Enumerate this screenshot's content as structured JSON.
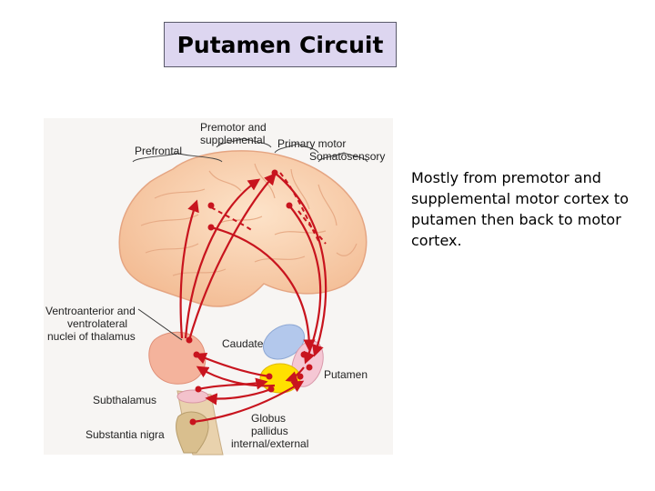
{
  "slide": {
    "title": "Putamen Circuit",
    "caption": "Mostly from premotor and supplemental motor cortex to putamen then back to motor cortex."
  },
  "diagram": {
    "labels": {
      "premotor_line1": "Premotor and",
      "premotor_line2": "supplemental",
      "primary_motor": "Primary motor",
      "prefrontal": "Prefrontal",
      "somatosensory": "Somatosensory",
      "thalamus_line1": "Ventroanterior and",
      "thalamus_line2": "ventrolateral",
      "thalamus_line3": "nuclei of thalamus",
      "caudate": "Caudate",
      "putamen": "Putamen",
      "subthalamus": "Subthalamus",
      "globus_line1": "Globus",
      "globus_line2": "pallidus",
      "globus_line3": "internal/external",
      "substantia_nigra": "Substantia nigra"
    },
    "colors": {
      "pathway": "#c8141e",
      "cortex": "#f9d2b0",
      "thalamus": "#f4b39c",
      "caudate": "#b3c8ec",
      "putamen": "#f5c7d4",
      "globus_pallidus": "#ffe000",
      "substantia_nigra": "#d9bf8e",
      "subthalamus": "#f3c2cc"
    }
  }
}
